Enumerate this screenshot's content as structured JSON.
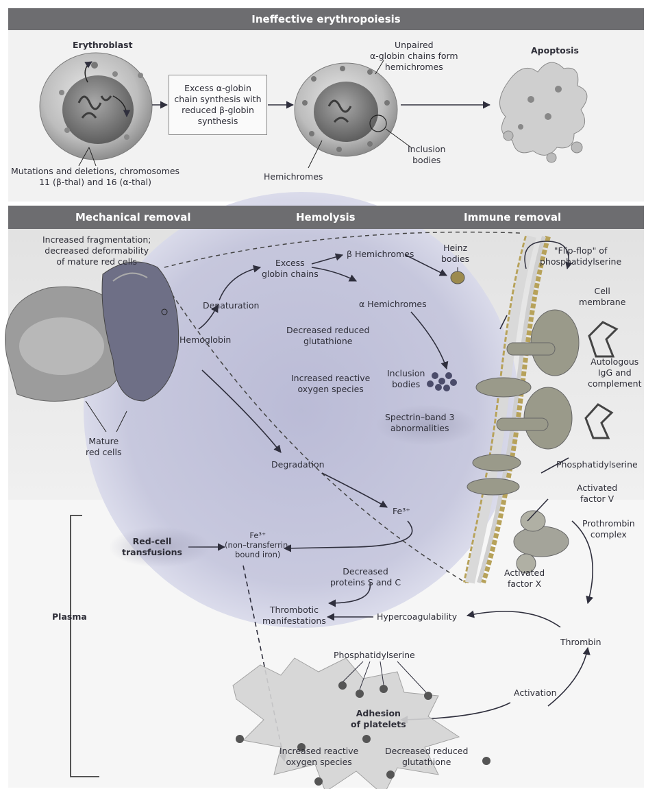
{
  "figure": {
    "banner_top": "Ineffective erythropoiesis",
    "banner_mid": {
      "left": "Mechanical removal",
      "center": "Hemolysis",
      "right": "Immune removal"
    },
    "top_panel": {
      "erythroblast": "Erythroblast",
      "process_box": "Excess α-globin\nchain synthesis with\nreduced β-globin\nsynthesis",
      "unpaired": "Unpaired\nα-globin chains form\nhemichromes",
      "apoptosis": "Apoptosis",
      "mutations": "Mutations and deletions, chromosomes\n11 (β-thal) and 16 (α-thal)",
      "hemichromes": "Hemichromes",
      "inclusion_bodies": "Inclusion\nbodies"
    },
    "mid_panel": {
      "fragmentation": "Increased fragmentation;\ndecreased deformability\nof mature red cells",
      "mature_red_cells": "Mature\nred cells",
      "hemoglobin": "Hemoglobin",
      "denaturation": "Denaturation",
      "excess_globin": "Excess\nglobin chains",
      "beta_hemichromes": "β Hemichromes",
      "alpha_hemichromes": "α Hemichromes",
      "heinz": "Heinz\nbodies",
      "flip_flop": "\"Flip-flop\" of\nphosphatidylserine",
      "cell_membrane": "Cell\nmembrane",
      "decreased_glutathione": "Decreased reduced\nglutathione",
      "increased_ros": "Increased reactive\noxygen species",
      "inclusion_bodies": "Inclusion\nbodies",
      "spectrin": "Spectrin–band 3\nabnormalities",
      "autologous": "Autologous\nIgG and\ncomplement",
      "phosphatidylserine": "Phosphatidylserine",
      "degradation": "Degradation",
      "fe3": "Fe³⁺",
      "activated_factor_v": "Activated\nfactor V",
      "prothrombin": "Prothrombin\ncomplex",
      "activated_factor_x": "Activated\nfactor X"
    },
    "plasma_panel": {
      "plasma": "Plasma",
      "transfusions": "Red-cell\ntransfusions",
      "ntbi": "Fe³⁺\n(non–transferrin-\nbound iron)",
      "decreased_proteins": "Decreased\nproteins S and C",
      "thrombotic": "Thrombotic\nmanifestations",
      "hypercoagulability": "Hypercoagulability",
      "thrombin": "Thrombin",
      "phosphatidylserine": "Phosphatidylserine",
      "activation": "Activation",
      "adhesion": "Adhesion\nof platelets",
      "increased_ros": "Increased reactive\noxygen species",
      "decreased_glutathione": "Decreased reduced\nglutathione"
    }
  },
  "colors": {
    "banner": "#6d6d70",
    "lavender": "#b9bad6",
    "arrow": "#2f2f3d",
    "membrane_yellow": "#b7a25a"
  }
}
